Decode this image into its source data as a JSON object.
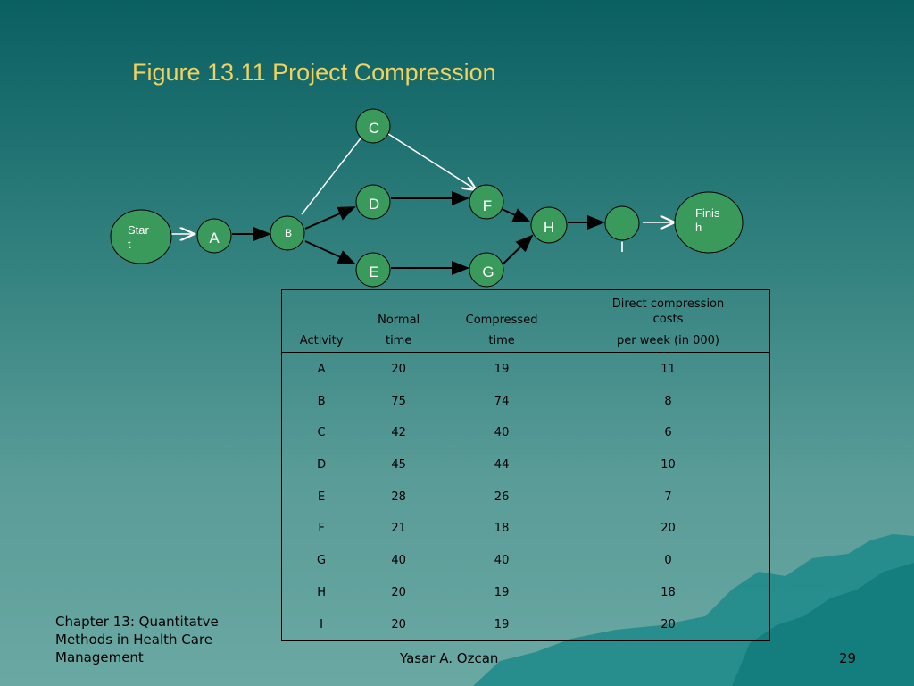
{
  "title": "Figure 13.11 Project Compression",
  "nodes": {
    "start": "Star\nt",
    "a": "A",
    "b": "B",
    "c": "C",
    "d": "D",
    "e": "E",
    "f": "F",
    "g": "G",
    "h": "H",
    "i": "I",
    "finish": "Finis\nh"
  },
  "table": {
    "headers": {
      "activity": "Activity",
      "normal_top": "Normal",
      "normal_bottom": "time",
      "compressed_top": "Compressed",
      "compressed_bottom": "time",
      "direct_top_1": "Direct compression",
      "direct_top_2": "costs",
      "direct_bottom": "per week (in 000)"
    },
    "rows": [
      {
        "activity": "A",
        "normal": "20",
        "compressed": "19",
        "cost": "11"
      },
      {
        "activity": "B",
        "normal": "75",
        "compressed": "74",
        "cost": "8"
      },
      {
        "activity": "C",
        "normal": "42",
        "compressed": "40",
        "cost": "6"
      },
      {
        "activity": "D",
        "normal": "45",
        "compressed": "44",
        "cost": "10"
      },
      {
        "activity": "E",
        "normal": "28",
        "compressed": "26",
        "cost": "7"
      },
      {
        "activity": "F",
        "normal": "21",
        "compressed": "18",
        "cost": "20"
      },
      {
        "activity": "G",
        "normal": "40",
        "compressed": "40",
        "cost": "0"
      },
      {
        "activity": "H",
        "normal": "20",
        "compressed": "19",
        "cost": "18"
      },
      {
        "activity": "I",
        "normal": "20",
        "compressed": "19",
        "cost": "20"
      }
    ]
  },
  "footer": {
    "chapter": "Chapter 13: Quantitatve Methods in Health Care Management",
    "author": "Yasar A. Ozcan",
    "page": "29"
  },
  "colors": {
    "node_fill": "#3a9a5c",
    "title": "#f1d25e"
  }
}
